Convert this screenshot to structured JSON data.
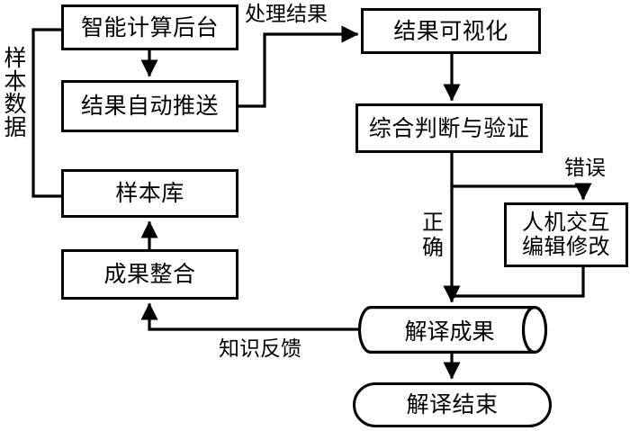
{
  "diagram": {
    "type": "flowchart",
    "title": "",
    "background_color": "#ffffff",
    "line_color": "#000000",
    "nodes": [
      {
        "id": "backend",
        "label": "智能计算后台",
        "shape": "rect"
      },
      {
        "id": "autopush",
        "label": "结果自动推送",
        "shape": "rect"
      },
      {
        "id": "samplelib",
        "label": "样本库",
        "shape": "rect"
      },
      {
        "id": "integrate",
        "label": "成果整合",
        "shape": "rect"
      },
      {
        "id": "visualize",
        "label": "结果可视化",
        "shape": "rect"
      },
      {
        "id": "judge",
        "label": "综合判断与验证",
        "shape": "rect"
      },
      {
        "id": "edit_l1",
        "label": "人机交互",
        "shape": "rect"
      },
      {
        "id": "edit_l2",
        "label": "编辑修改",
        "shape": "rect"
      },
      {
        "id": "result",
        "label": "解译成果",
        "shape": "cylinder"
      },
      {
        "id": "end",
        "label": "解译结束",
        "shape": "terminator"
      }
    ],
    "edge_labels": [
      {
        "id": "process_result",
        "label": "处理结果"
      },
      {
        "id": "error",
        "label": "错误"
      },
      {
        "id": "correct",
        "label": "正确"
      },
      {
        "id": "knowledge_feedback",
        "label": "知识反馈"
      },
      {
        "id": "sample_data",
        "label": "样本数据"
      }
    ]
  }
}
